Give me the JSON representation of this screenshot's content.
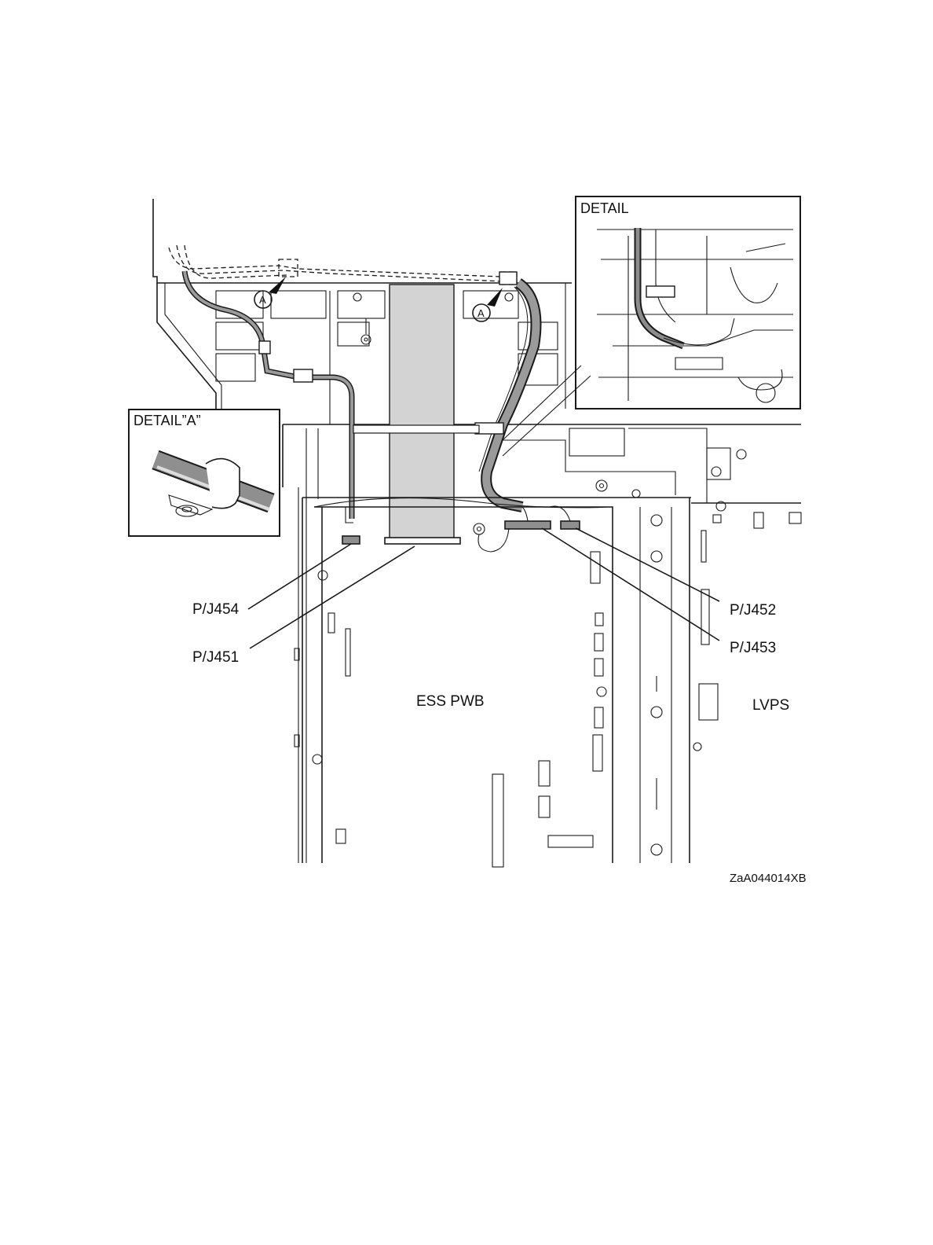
{
  "figure_code": "ZaA044014XB",
  "labels": {
    "ess_pwb": "ESS PWB",
    "lvps": "LVPS"
  },
  "callouts": [
    {
      "id": "pj454",
      "text": "P/J454"
    },
    {
      "id": "pj451",
      "text": "P/J451"
    },
    {
      "id": "pj452",
      "text": "P/J452"
    },
    {
      "id": "pj453",
      "text": "P/J453"
    }
  ],
  "detail_frames": {
    "detail": "DETAIL",
    "detail_a": "DETAIL”A”"
  },
  "clamp_marker": "A"
}
